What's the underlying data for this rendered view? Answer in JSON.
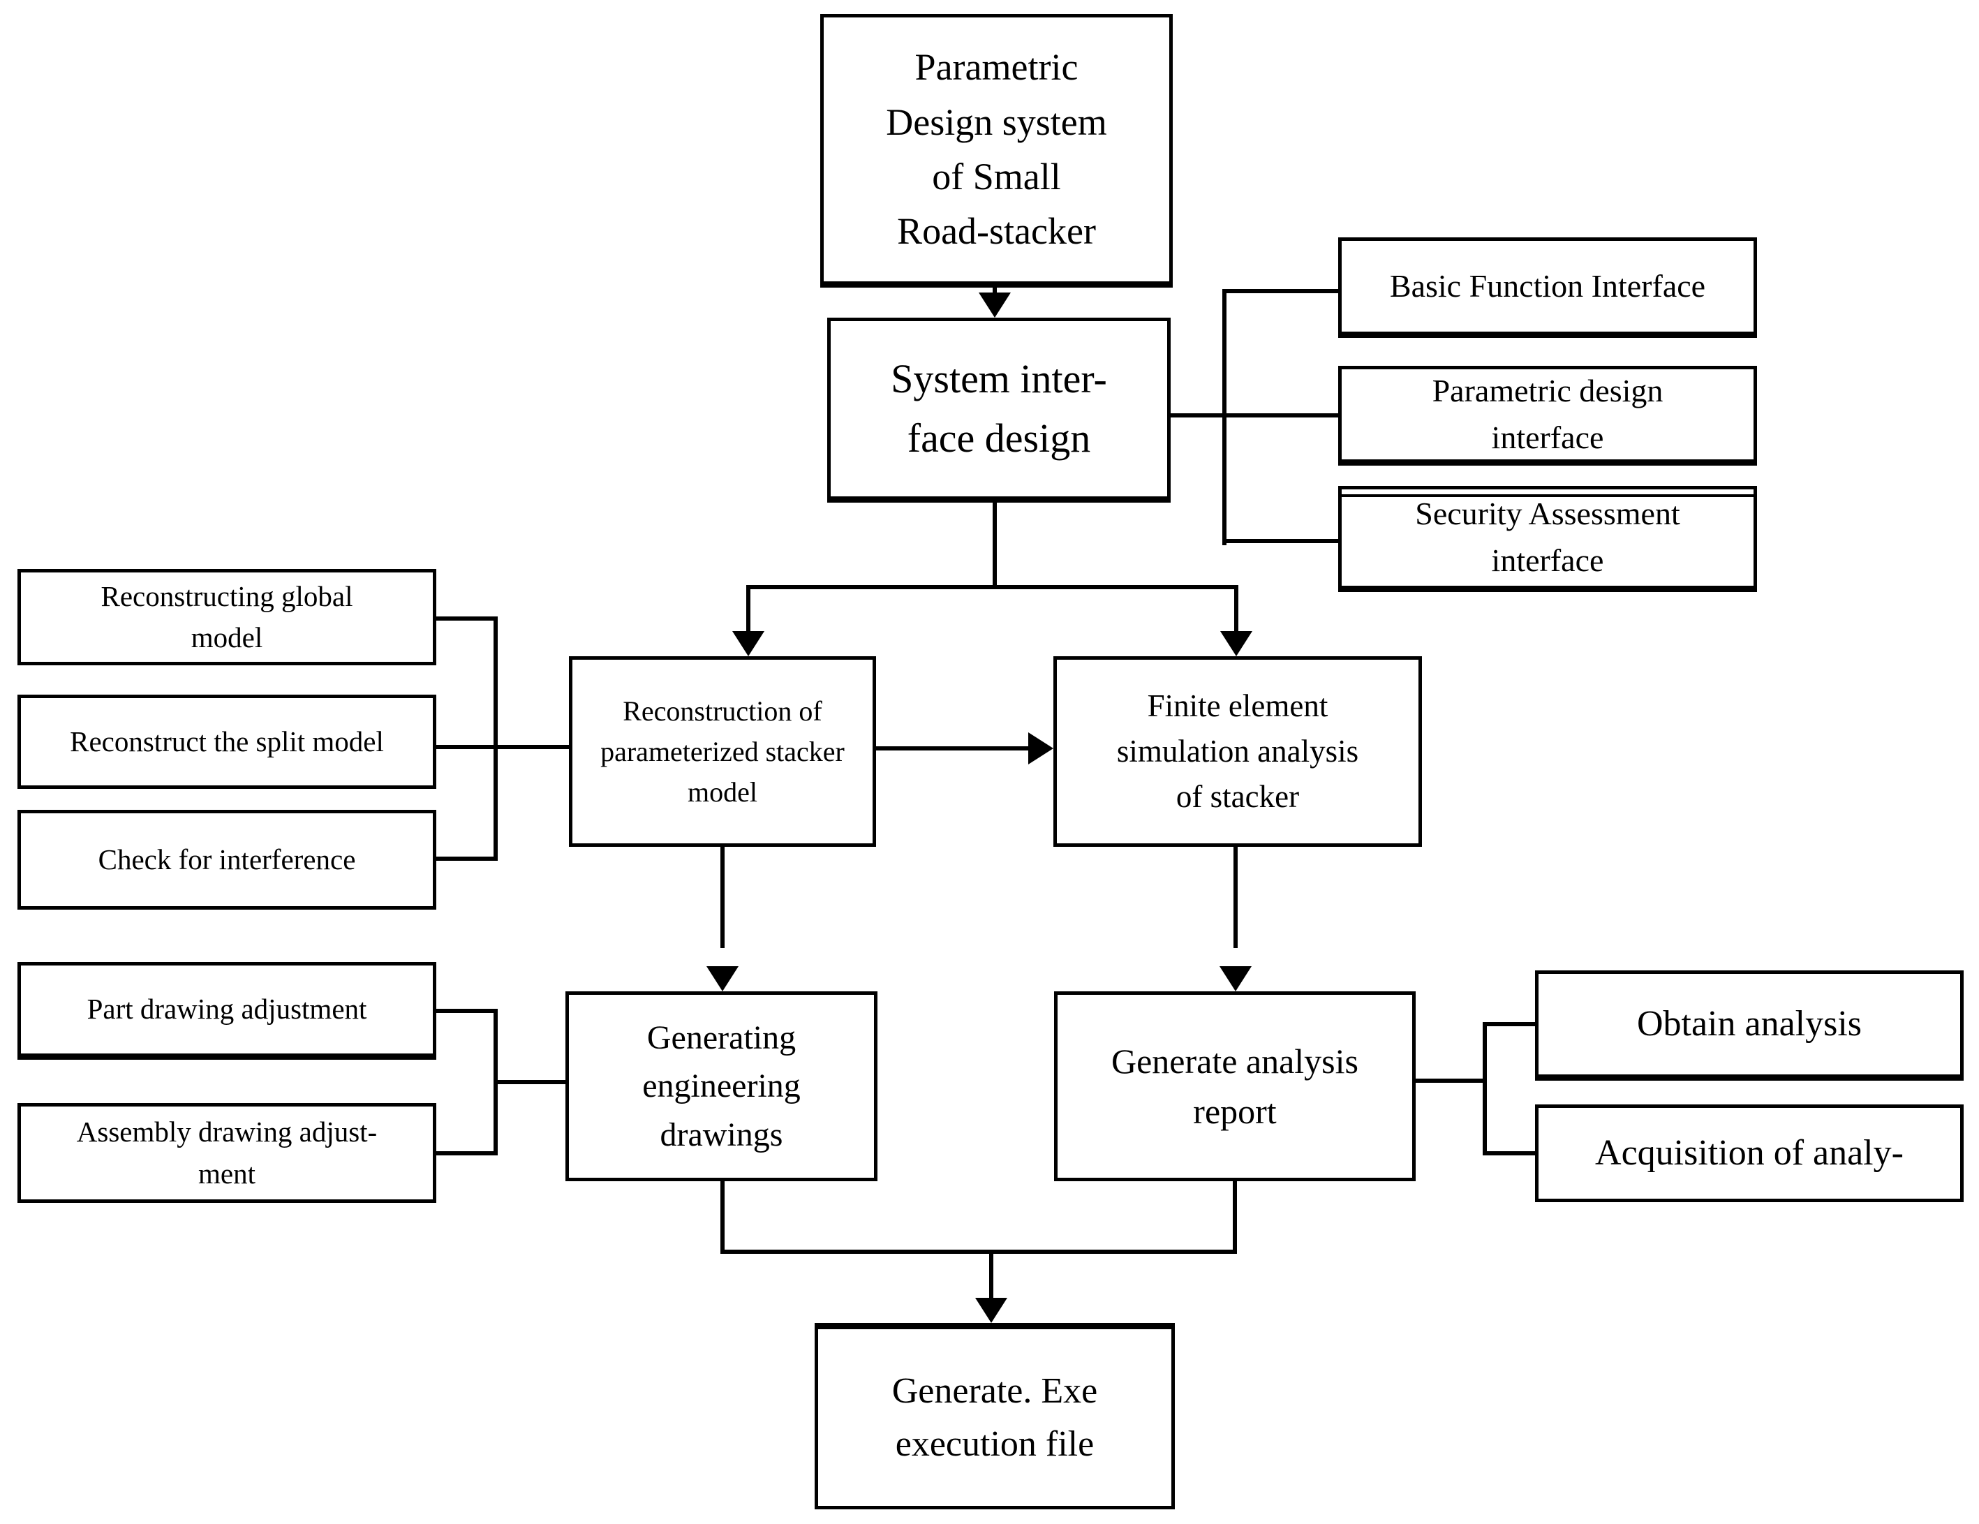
{
  "diagram": {
    "title": "Parametric design system flowchart",
    "colors": {
      "line": "#000000",
      "box_border": "#000000",
      "background": "#ffffff",
      "text": "#000000"
    },
    "nodes": {
      "top": {
        "label": "Parametric\nDesign system\nof Small\nRoad-stacker"
      },
      "system": {
        "label": "System inter-\nface design"
      },
      "basic_interface": {
        "label": "Basic Function Interface"
      },
      "parametric_interface": {
        "label": "Parametric design\ninterface"
      },
      "security_interface": {
        "label": "Security Assessment\ninterface"
      },
      "reconstructing_global": {
        "label": "Reconstructing global\nmodel"
      },
      "reconstruct_split": {
        "label": "Reconstruct the split model"
      },
      "check_interference": {
        "label": "Check for interference"
      },
      "reconstruction": {
        "label": "Reconstruction of\nparameterized stacker\nmodel"
      },
      "finite_element": {
        "label": "Finite element\nsimulation analysis\nof stacker"
      },
      "part_drawing": {
        "label": "Part drawing adjustment"
      },
      "assembly_drawing": {
        "label": "Assembly drawing adjust-\nment"
      },
      "generating_drawings": {
        "label": "Generating\nengineering\ndrawings"
      },
      "analysis_report": {
        "label": "Generate analysis\nreport"
      },
      "obtain_analysis": {
        "label": "Obtain analysis"
      },
      "acquisition_analysis": {
        "label": "Acquisition of analy-"
      },
      "exe_file": {
        "label": "Generate. Exe\nexecution file"
      }
    }
  }
}
